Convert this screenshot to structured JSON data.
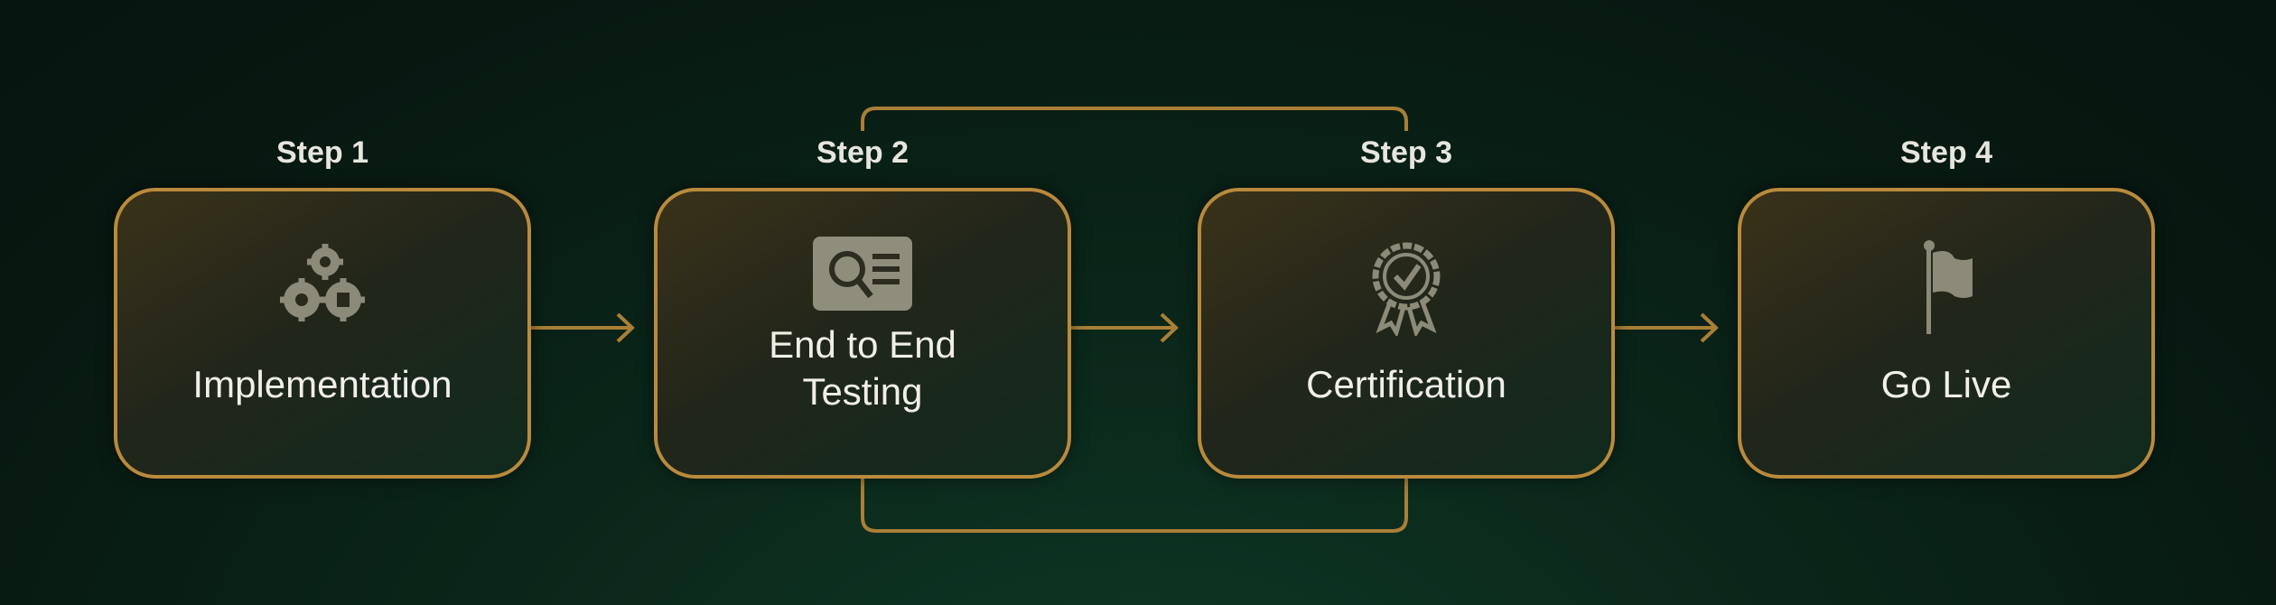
{
  "steps": [
    {
      "label": "Step 1",
      "title": "Implementation",
      "icon": "gears-icon"
    },
    {
      "label": "Step 2",
      "title_line1": "End to End",
      "title_line2": "Testing",
      "icon": "search-document-icon"
    },
    {
      "label": "Step 3",
      "title": "Certification",
      "icon": "certificate-badge-icon"
    },
    {
      "label": "Step 4",
      "title": "Go Live",
      "icon": "flag-icon"
    }
  ],
  "colors": {
    "accent": "#b98a3c",
    "background": "#071811",
    "text": "#f0efe8"
  }
}
